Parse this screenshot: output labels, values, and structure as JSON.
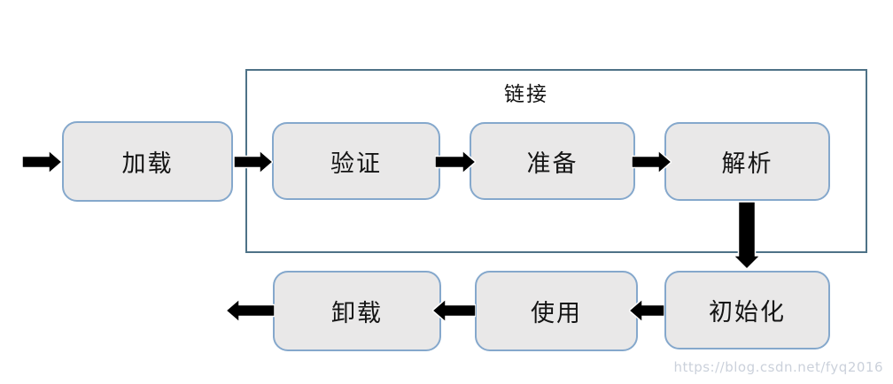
{
  "diagram": {
    "type": "flowchart",
    "subject": "class-loading-lifecycle",
    "group": {
      "label": "链接",
      "contains": [
        "verify",
        "prepare",
        "resolve"
      ]
    },
    "nodes": [
      {
        "id": "load",
        "label": "加载"
      },
      {
        "id": "verify",
        "label": "验证"
      },
      {
        "id": "prepare",
        "label": "准备"
      },
      {
        "id": "resolve",
        "label": "解析"
      },
      {
        "id": "initialize",
        "label": "初始化"
      },
      {
        "id": "use",
        "label": "使用"
      },
      {
        "id": "unload",
        "label": "卸载"
      }
    ],
    "edges": [
      {
        "from": "start",
        "to": "load",
        "direction": "right"
      },
      {
        "from": "load",
        "to": "verify",
        "direction": "right"
      },
      {
        "from": "verify",
        "to": "prepare",
        "direction": "right"
      },
      {
        "from": "prepare",
        "to": "resolve",
        "direction": "right"
      },
      {
        "from": "resolve",
        "to": "initialize",
        "direction": "down"
      },
      {
        "from": "initialize",
        "to": "use",
        "direction": "left"
      },
      {
        "from": "use",
        "to": "unload",
        "direction": "left"
      },
      {
        "from": "unload",
        "to": "end",
        "direction": "left"
      }
    ],
    "colors": {
      "node_fill": "#e9e8e8",
      "node_border": "#85a8cc",
      "group_border": "#4e7287",
      "arrow": "#000000",
      "arrow_outline": "#ffffff",
      "text": "#141414",
      "watermark": "#cbd1db"
    },
    "watermark": "https://blog.csdn.net/fyq2016"
  }
}
